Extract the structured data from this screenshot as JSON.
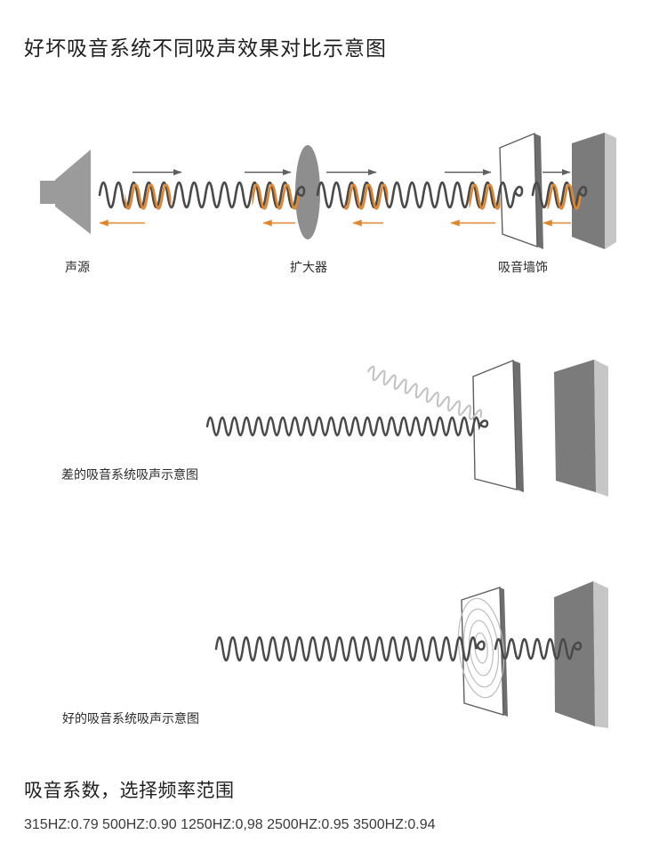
{
  "title": "好坏吸音系统不同吸声效果对比示意图",
  "top_diagram": {
    "source_label": "声源",
    "amplifier_label": "扩大器",
    "wall_label": "吸音墙饰"
  },
  "bad_system_diagram": {
    "caption": "差的吸音系统吸声示意图"
  },
  "good_system_diagram": {
    "caption": "好的吸音系统吸声示意图"
  },
  "absorption": {
    "heading": "吸音系数，选择频率范围",
    "values_line": "315HZ:0.79 500HZ:0.90 1250HZ:0,98 2500HZ:0.95 3500HZ:0.94",
    "coefficients": [
      {
        "frequency": "315HZ",
        "value": "0.79"
      },
      {
        "frequency": "500HZ",
        "value": "0.90"
      },
      {
        "frequency": "1250HZ",
        "value": "0,98"
      },
      {
        "frequency": "2500HZ",
        "value": "0.95"
      },
      {
        "frequency": "3500HZ",
        "value": "0.94"
      }
    ]
  },
  "colors": {
    "wave_dark": "#4A4A4A",
    "wave_orange": "#E0862F",
    "wave_faded": "#C2C2C2",
    "arrow_dark": "#606060",
    "speaker_gray": "#9B9B9B",
    "amplifier_gray": "#8E8E8E",
    "wall_front": "#7B7B7B",
    "wall_side": "#C6C6C6",
    "wall_top": "#D2D2D2",
    "panel_fill": "#FFFFFF",
    "panel_stroke": "#5E5E5E",
    "panel_depth": "#6E6E6E",
    "ripple_gray": "#BDBDBD",
    "text_dark": "#1F1F1F",
    "text_medium": "#2B2B2B",
    "text_values": "#3A3A3A"
  }
}
